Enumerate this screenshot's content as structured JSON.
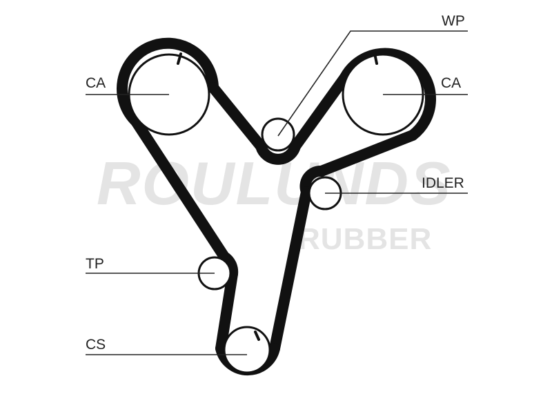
{
  "watermark": {
    "brand": "ROULUNDS",
    "sub": "RUBBER"
  },
  "labels": {
    "ca_left": "CA",
    "ca_right": "CA",
    "wp": "WP",
    "idler": "IDLER",
    "tp": "TP",
    "cs": "CS"
  },
  "colors": {
    "belt": "#111111",
    "line": "#222222",
    "watermark": "#e4e4e4",
    "background": "#ffffff"
  }
}
